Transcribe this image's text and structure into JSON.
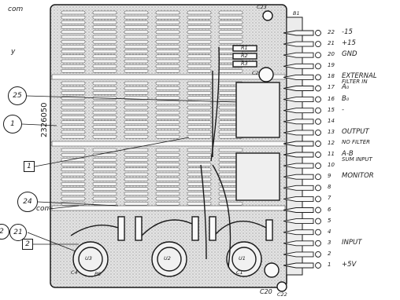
{
  "left_labels": {
    "com_top": "com",
    "fragment_y": "y",
    "callout_25": "25",
    "callout_1": "1",
    "box_1": "1",
    "callout_24": "24",
    "com_bottom": "com",
    "callout_21": "21",
    "callout_22_fragment": "2",
    "box_2": "2",
    "board_serial": "2326050"
  },
  "pins": [
    {
      "num": "22",
      "label": "-15"
    },
    {
      "num": "21",
      "label": "+15"
    },
    {
      "num": "20",
      "label": "GND"
    },
    {
      "num": "19",
      "label": ""
    },
    {
      "num": "18",
      "label": "EXTERNAL"
    },
    {
      "num": "",
      "label": "FILTER IN"
    },
    {
      "num": "17",
      "label": "A₀"
    },
    {
      "num": "16",
      "label": "B₀"
    },
    {
      "num": "15",
      "label": "-"
    },
    {
      "num": "14",
      "label": ""
    },
    {
      "num": "13",
      "label": "OUTPUT"
    },
    {
      "num": "12",
      "label": "NO FILTER"
    },
    {
      "num": "11",
      "label": "A-B"
    },
    {
      "num": "",
      "label": "SUM INPUT"
    },
    {
      "num": "10",
      "label": ""
    },
    {
      "num": "9",
      "label": "MONITOR"
    },
    {
      "num": "8",
      "label": ""
    },
    {
      "num": "7",
      "label": ""
    },
    {
      "num": "6",
      "label": ""
    },
    {
      "num": "5",
      "label": ""
    },
    {
      "num": "4",
      "label": ""
    },
    {
      "num": "3",
      "label": "INPUT"
    },
    {
      "num": "2",
      "label": ""
    },
    {
      "num": "1",
      "label": "+5V"
    }
  ],
  "components": {
    "c23": "C23",
    "c20": "C20",
    "c22": "C22",
    "b1": "B1",
    "c2": "C2",
    "r1": "R1",
    "r2": "R2",
    "r3": "R3",
    "c1": "C1",
    "c4": "C4",
    "u3": "U3",
    "u2": "U2",
    "u1": "U1",
    "ps": "PS"
  },
  "colors": {
    "ink": "#1a1a1a",
    "board": "#d9d9d9",
    "pad": "#f4f4f4",
    "paper": "#ffffff"
  }
}
